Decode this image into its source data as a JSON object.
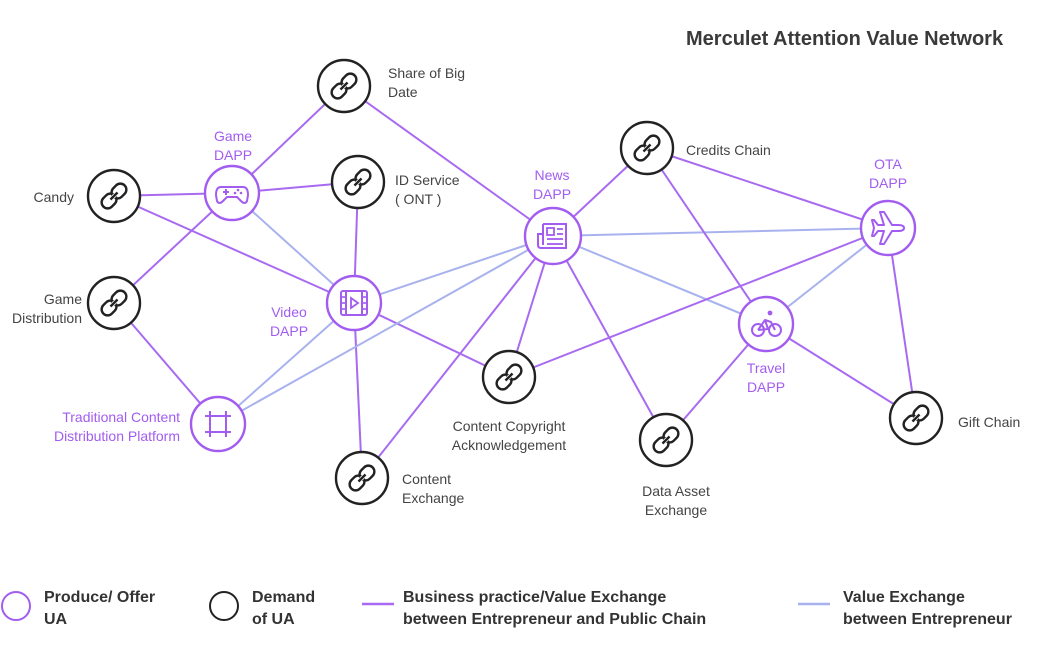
{
  "title": "Merculet Attention Value Network",
  "colors": {
    "produce": "#a25cf0",
    "demand": "#222222",
    "business_line": "#a86af0",
    "value_line": "#a8b2ee"
  },
  "nodes": {
    "game": {
      "label": "Game\nDAPP",
      "kind": "produce",
      "icon": "gamepad-icon"
    },
    "video": {
      "label": "Video\nDAPP",
      "kind": "produce",
      "icon": "video-icon"
    },
    "news": {
      "label": "News\nDAPP",
      "kind": "produce",
      "icon": "newspaper-icon"
    },
    "ota": {
      "label": "OTA\nDAPP",
      "kind": "produce",
      "icon": "airplane-icon"
    },
    "travel": {
      "label": "Travel\nDAPP",
      "kind": "produce",
      "icon": "bicycle-icon"
    },
    "traditional": {
      "label": "Traditional Content\nDistribution Platform",
      "kind": "produce",
      "icon": "grid-icon"
    },
    "candy": {
      "label": "Candy",
      "kind": "demand",
      "icon": "chain-link-icon"
    },
    "game_dist": {
      "label": "Game\nDistribution",
      "kind": "demand",
      "icon": "chain-link-icon"
    },
    "share_big": {
      "label": "Share of Big\nDate",
      "kind": "demand",
      "icon": "chain-link-icon"
    },
    "id_service": {
      "label": "ID Service\n( ONT )",
      "kind": "demand",
      "icon": "chain-link-icon"
    },
    "credits": {
      "label": "Credits Chain",
      "kind": "demand",
      "icon": "chain-link-icon"
    },
    "copyright": {
      "label": "Content Copyright\nAcknowledgement",
      "kind": "demand",
      "icon": "chain-link-icon"
    },
    "content_ex": {
      "label": "Content\nExchange",
      "kind": "demand",
      "icon": "chain-link-icon"
    },
    "data_asset": {
      "label": "Data Asset\nExchange",
      "kind": "demand",
      "icon": "chain-link-icon"
    },
    "gift": {
      "label": "Gift Chain",
      "kind": "demand",
      "icon": "chain-link-icon"
    }
  },
  "edges": [
    {
      "from": "share_big",
      "to": "game",
      "type": "business"
    },
    {
      "from": "share_big",
      "to": "news",
      "type": "business"
    },
    {
      "from": "game",
      "to": "candy",
      "type": "business"
    },
    {
      "from": "game",
      "to": "id_service",
      "type": "business"
    },
    {
      "from": "game",
      "to": "game_dist",
      "type": "business"
    },
    {
      "from": "game",
      "to": "video",
      "type": "value"
    },
    {
      "from": "candy",
      "to": "video",
      "type": "business"
    },
    {
      "from": "game_dist",
      "to": "traditional",
      "type": "business"
    },
    {
      "from": "id_service",
      "to": "video",
      "type": "business"
    },
    {
      "from": "video",
      "to": "traditional",
      "type": "value"
    },
    {
      "from": "video",
      "to": "news",
      "type": "value"
    },
    {
      "from": "video",
      "to": "copyright",
      "type": "business"
    },
    {
      "from": "video",
      "to": "content_ex",
      "type": "business"
    },
    {
      "from": "traditional",
      "to": "news",
      "type": "value"
    },
    {
      "from": "news",
      "to": "content_ex",
      "type": "business"
    },
    {
      "from": "news",
      "to": "copyright",
      "type": "business"
    },
    {
      "from": "news",
      "to": "credits",
      "type": "business"
    },
    {
      "from": "news",
      "to": "ota",
      "type": "value"
    },
    {
      "from": "news",
      "to": "travel",
      "type": "value"
    },
    {
      "from": "news",
      "to": "data_asset",
      "type": "business"
    },
    {
      "from": "credits",
      "to": "ota",
      "type": "business"
    },
    {
      "from": "credits",
      "to": "travel",
      "type": "business"
    },
    {
      "from": "copyright",
      "to": "ota",
      "type": "business"
    },
    {
      "from": "travel",
      "to": "ota",
      "type": "value"
    },
    {
      "from": "travel",
      "to": "data_asset",
      "type": "business"
    },
    {
      "from": "travel",
      "to": "gift",
      "type": "business"
    },
    {
      "from": "ota",
      "to": "gift",
      "type": "business"
    }
  ],
  "legend": {
    "produce": "Produce/ Offer\nUA",
    "demand": "Demand\nof UA",
    "business": "Business practice/Value Exchange\nbetween Entrepreneur and Public Chain",
    "value": "Value Exchange\nbetween Entrepreneur"
  }
}
